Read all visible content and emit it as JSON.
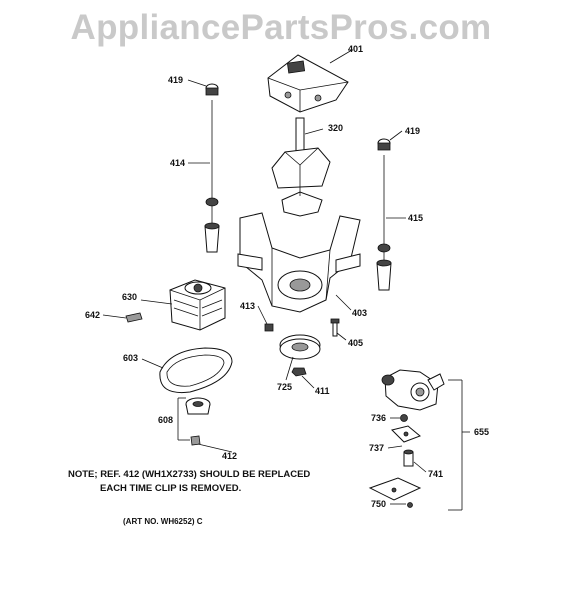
{
  "watermark": "AppliancePartsPros.com",
  "callouts": [
    "401",
    "419",
    "320",
    "419",
    "414",
    "415",
    "630",
    "413",
    "403",
    "642",
    "405",
    "603",
    "725",
    "411",
    "608",
    "412",
    "736",
    "655",
    "737",
    "741",
    "750"
  ],
  "note": {
    "line1": "NOTE; REF. 412 (WH1X2733) SHOULD BE REPLACED",
    "line2": "EACH TIME CLIP IS REMOVED."
  },
  "art_number": "(ART NO. WH6252) C"
}
